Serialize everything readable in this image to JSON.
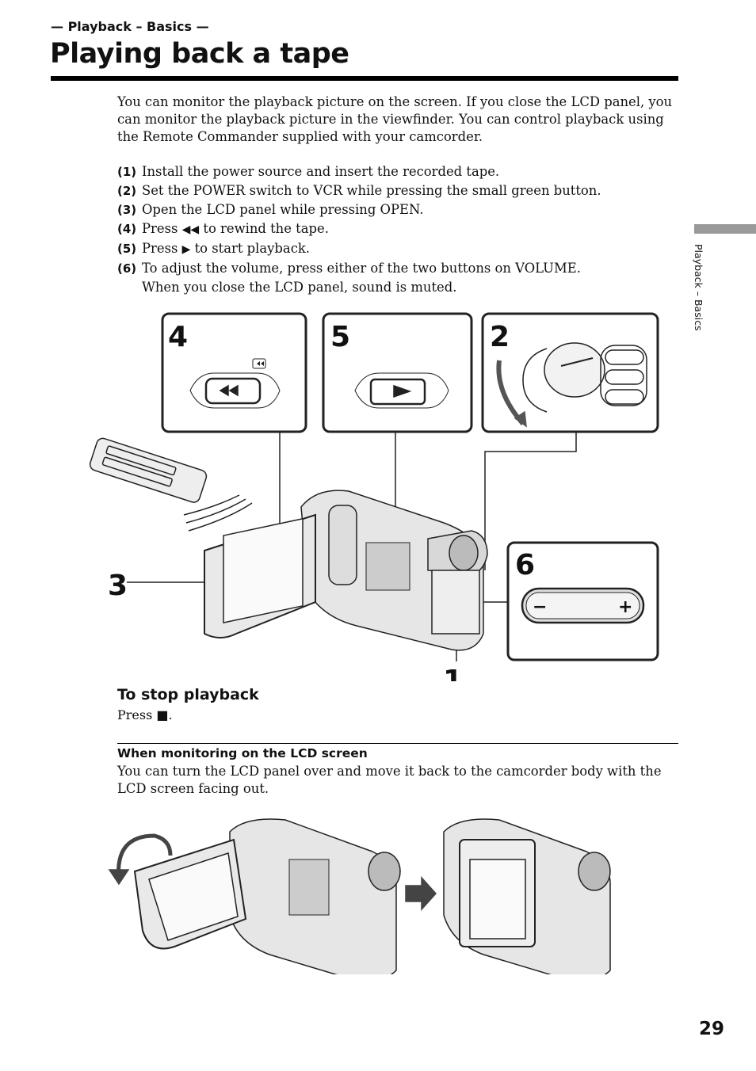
{
  "header": {
    "section_label": "— Playback – Basics —",
    "title": "Playing back a tape"
  },
  "intro": "You can monitor the playback picture on the screen. If you close the LCD panel, you can monitor the playback picture in the viewfinder. You can control playback using the Remote Commander supplied with your camcorder.",
  "steps": [
    {
      "num": "(1)",
      "pre": "Install the power source and insert the recorded tape.",
      "glyph": "",
      "post": ""
    },
    {
      "num": "(2)",
      "pre": "Set the POWER switch to VCR while pressing the small green button.",
      "glyph": "",
      "post": ""
    },
    {
      "num": "(3)",
      "pre": "Open the LCD panel while pressing OPEN.",
      "glyph": "",
      "post": ""
    },
    {
      "num": "(4)",
      "pre": "Press ",
      "glyph": "◀◀",
      "post": " to rewind the tape."
    },
    {
      "num": "(5)",
      "pre": "Press ",
      "glyph": "▶",
      "post": " to start playback."
    },
    {
      "num": "(6)",
      "pre": "To adjust the volume, press either of the two buttons on VOLUME.",
      "glyph": "",
      "post": "",
      "line2": "When you close the LCD panel, sound is muted."
    }
  ],
  "side_tab": "Playback – Basics",
  "figure": {
    "callouts": {
      "four": "4",
      "five": "5",
      "two": "2",
      "six": "6",
      "three": "3",
      "one": "1"
    },
    "volume_minus": "−",
    "volume_plus": "+"
  },
  "stop": {
    "heading": "To stop playback",
    "text_pre": "Press ",
    "stop_glyph": "■",
    "text_post": "."
  },
  "lcd": {
    "heading": "When monitoring on the LCD screen",
    "text": "You can turn the LCD panel over and move it back to the camcorder body with the LCD screen facing out."
  },
  "page_number": "29"
}
